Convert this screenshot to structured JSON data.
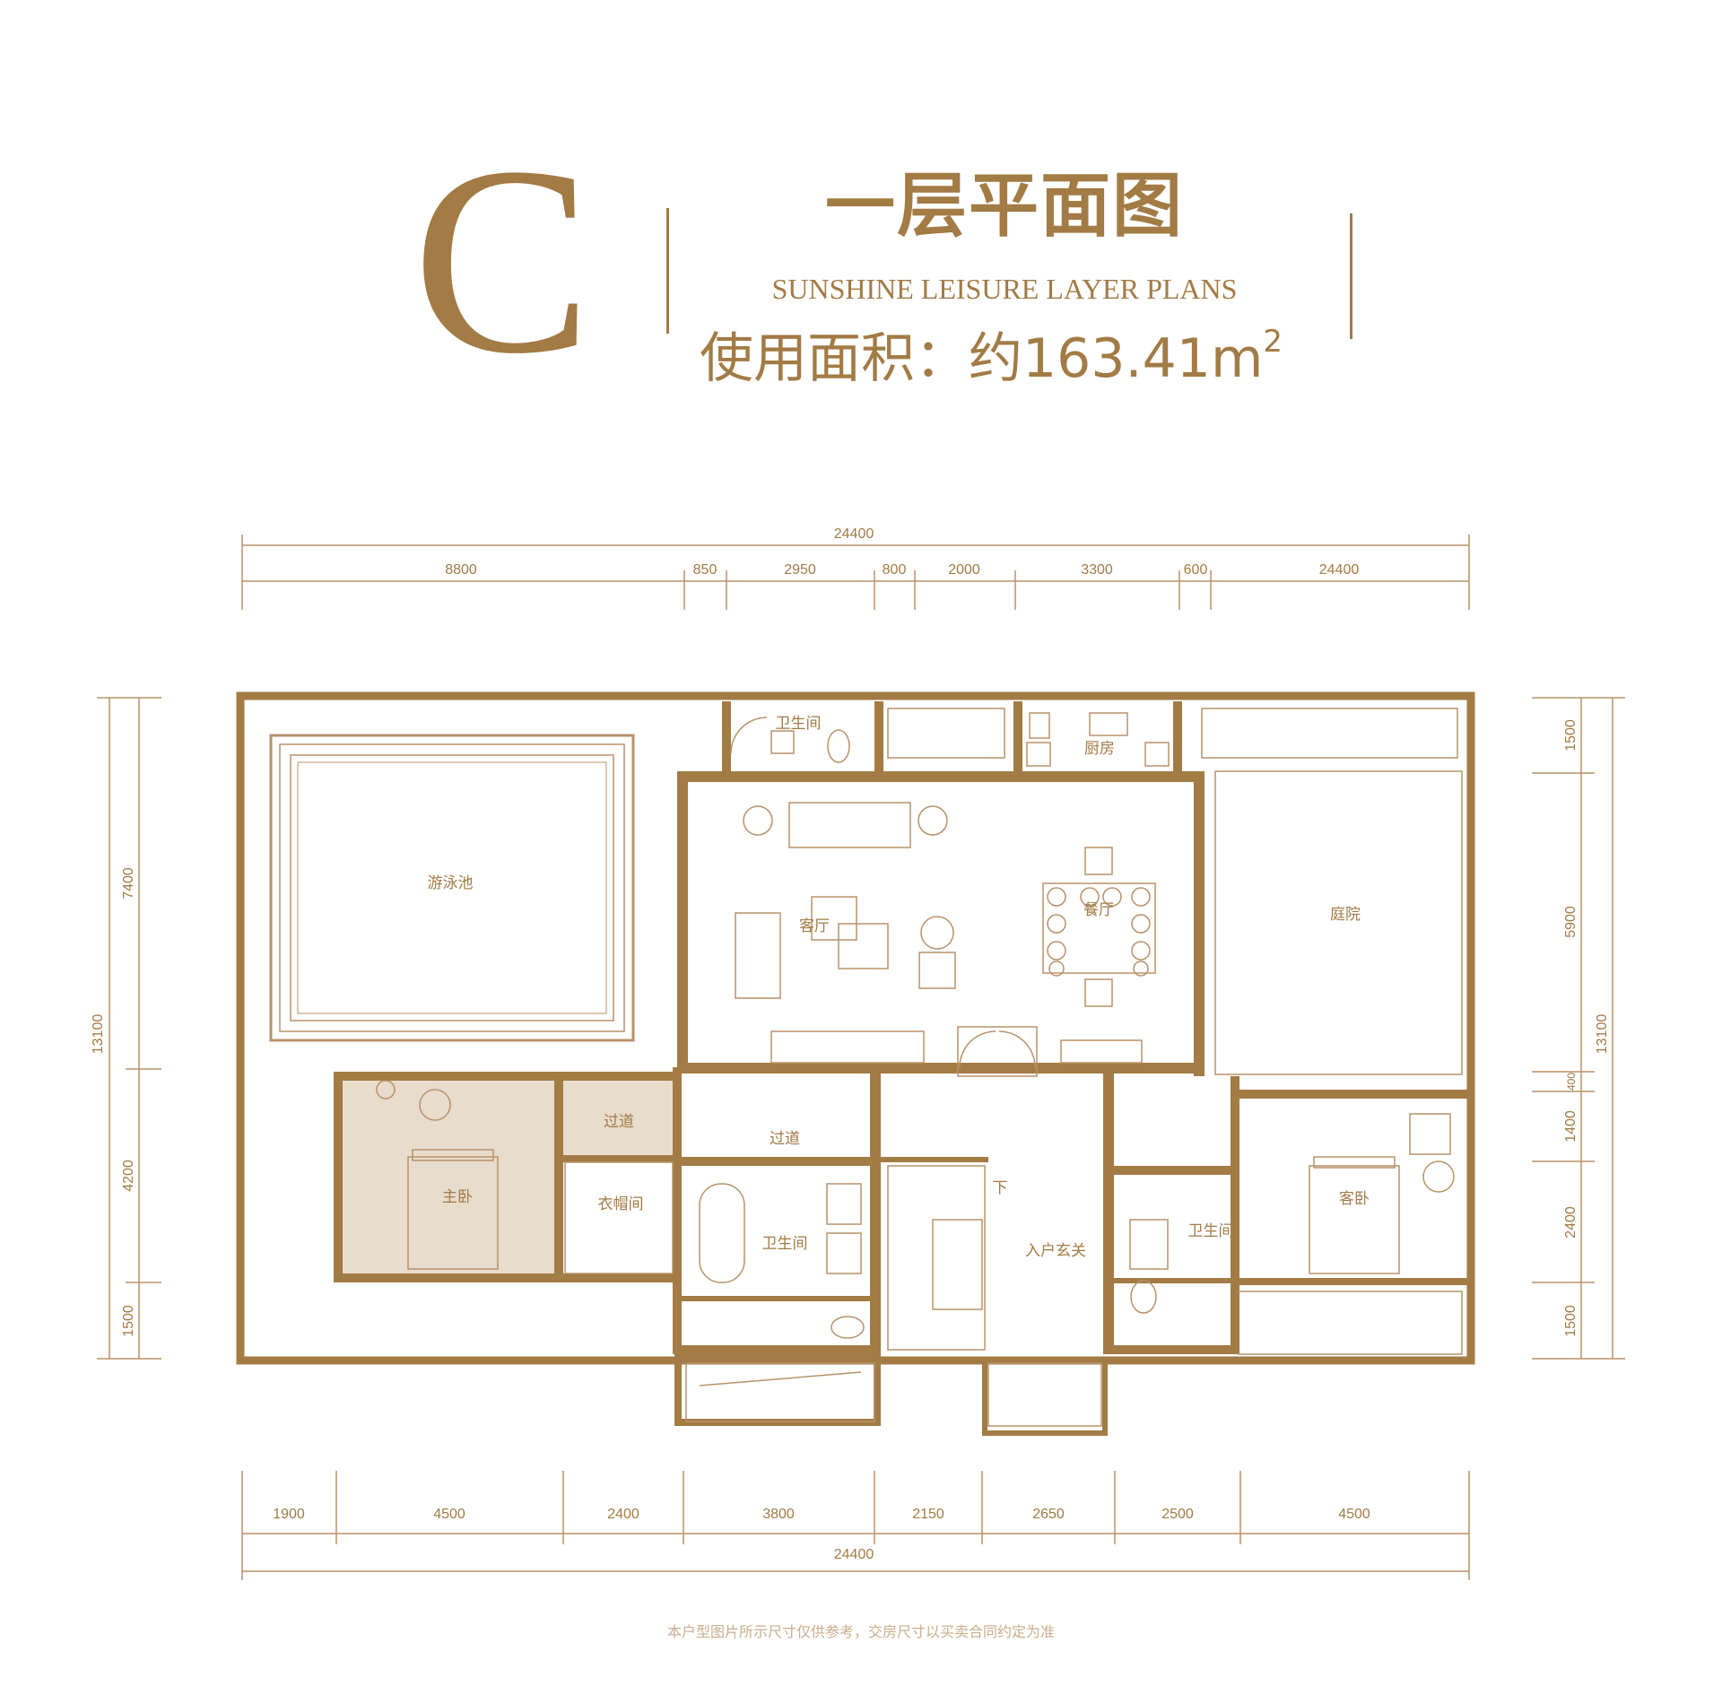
{
  "header": {
    "letter": "C",
    "title_cn": "一层平面图",
    "title_en": "SUNSHINE LEISURE LAYER PLANS",
    "area_label": "使用面积：约163.41m",
    "area_sup": "2"
  },
  "colors": {
    "brand": "#a27b45",
    "wall": "#a27b45",
    "dim_line": "#b8926a",
    "highlight_room": "#e8dccd",
    "disclaimer": "#c9ae8c"
  },
  "dimensions": {
    "top_total": "24400",
    "top_segments": [
      "8800",
      "850",
      "2950",
      "800",
      "2000",
      "3300",
      "600",
      "24400"
    ],
    "bottom_total": "24400",
    "bottom_segments": [
      "1900",
      "4500",
      "2400",
      "3800",
      "2150",
      "2650",
      "2500",
      "4500"
    ],
    "left_outer": "13100",
    "left_segments": [
      "7400",
      "4200",
      "1500"
    ],
    "right_outer": "13100",
    "right_segments": [
      "1500",
      "5900",
      "400",
      "1400",
      "2400",
      "1500"
    ]
  },
  "rooms": {
    "pool": "游泳池",
    "living": "客厅",
    "dining": "餐厅",
    "kitchen": "厨房",
    "courtyard": "庭院",
    "bath_top": "卫生间",
    "master": "主卧",
    "corridor_left": "过道",
    "closet": "衣帽间",
    "corridor_mid": "过道",
    "bath_mid": "卫生间",
    "entrance": "入户玄关",
    "stair_down": "下",
    "bath_right": "卫生间",
    "guest": "客卧"
  },
  "disclaimer": "本户型图片所示尺寸仅供参考，交房尺寸以买卖合同约定为准"
}
